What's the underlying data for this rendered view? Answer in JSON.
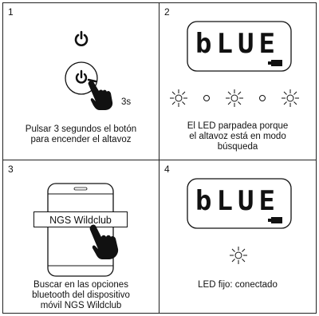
{
  "panels": [
    {
      "number": "1",
      "timer_label": "3s",
      "caption": [
        "Pulsar 3 segundos el botón",
        "para encender el altavoz"
      ],
      "icons": [
        "power-icon",
        "power-button-icon",
        "hand-pointer-icon"
      ]
    },
    {
      "number": "2",
      "display_text": "bLUE",
      "caption": [
        "El LED parpadea porque",
        "el altavoz está en modo",
        "búsqueda"
      ],
      "icons": [
        "lcd-display-icon",
        "battery-icon",
        "led-blink-icon"
      ]
    },
    {
      "number": "3",
      "device_name": "NGS Wildclub",
      "caption": [
        "Buscar en las opciones",
        "bluetooth del dispositivo",
        "móvil NGS Wildclub"
      ],
      "icons": [
        "phone-icon",
        "hand-pointer-icon"
      ]
    },
    {
      "number": "4",
      "display_text": "bLUE",
      "caption": [
        "LED fijo: conectado"
      ],
      "icons": [
        "lcd-display-icon",
        "battery-icon",
        "led-solid-icon"
      ]
    }
  ],
  "colors": {
    "line": "#222222",
    "background": "#ffffff"
  }
}
